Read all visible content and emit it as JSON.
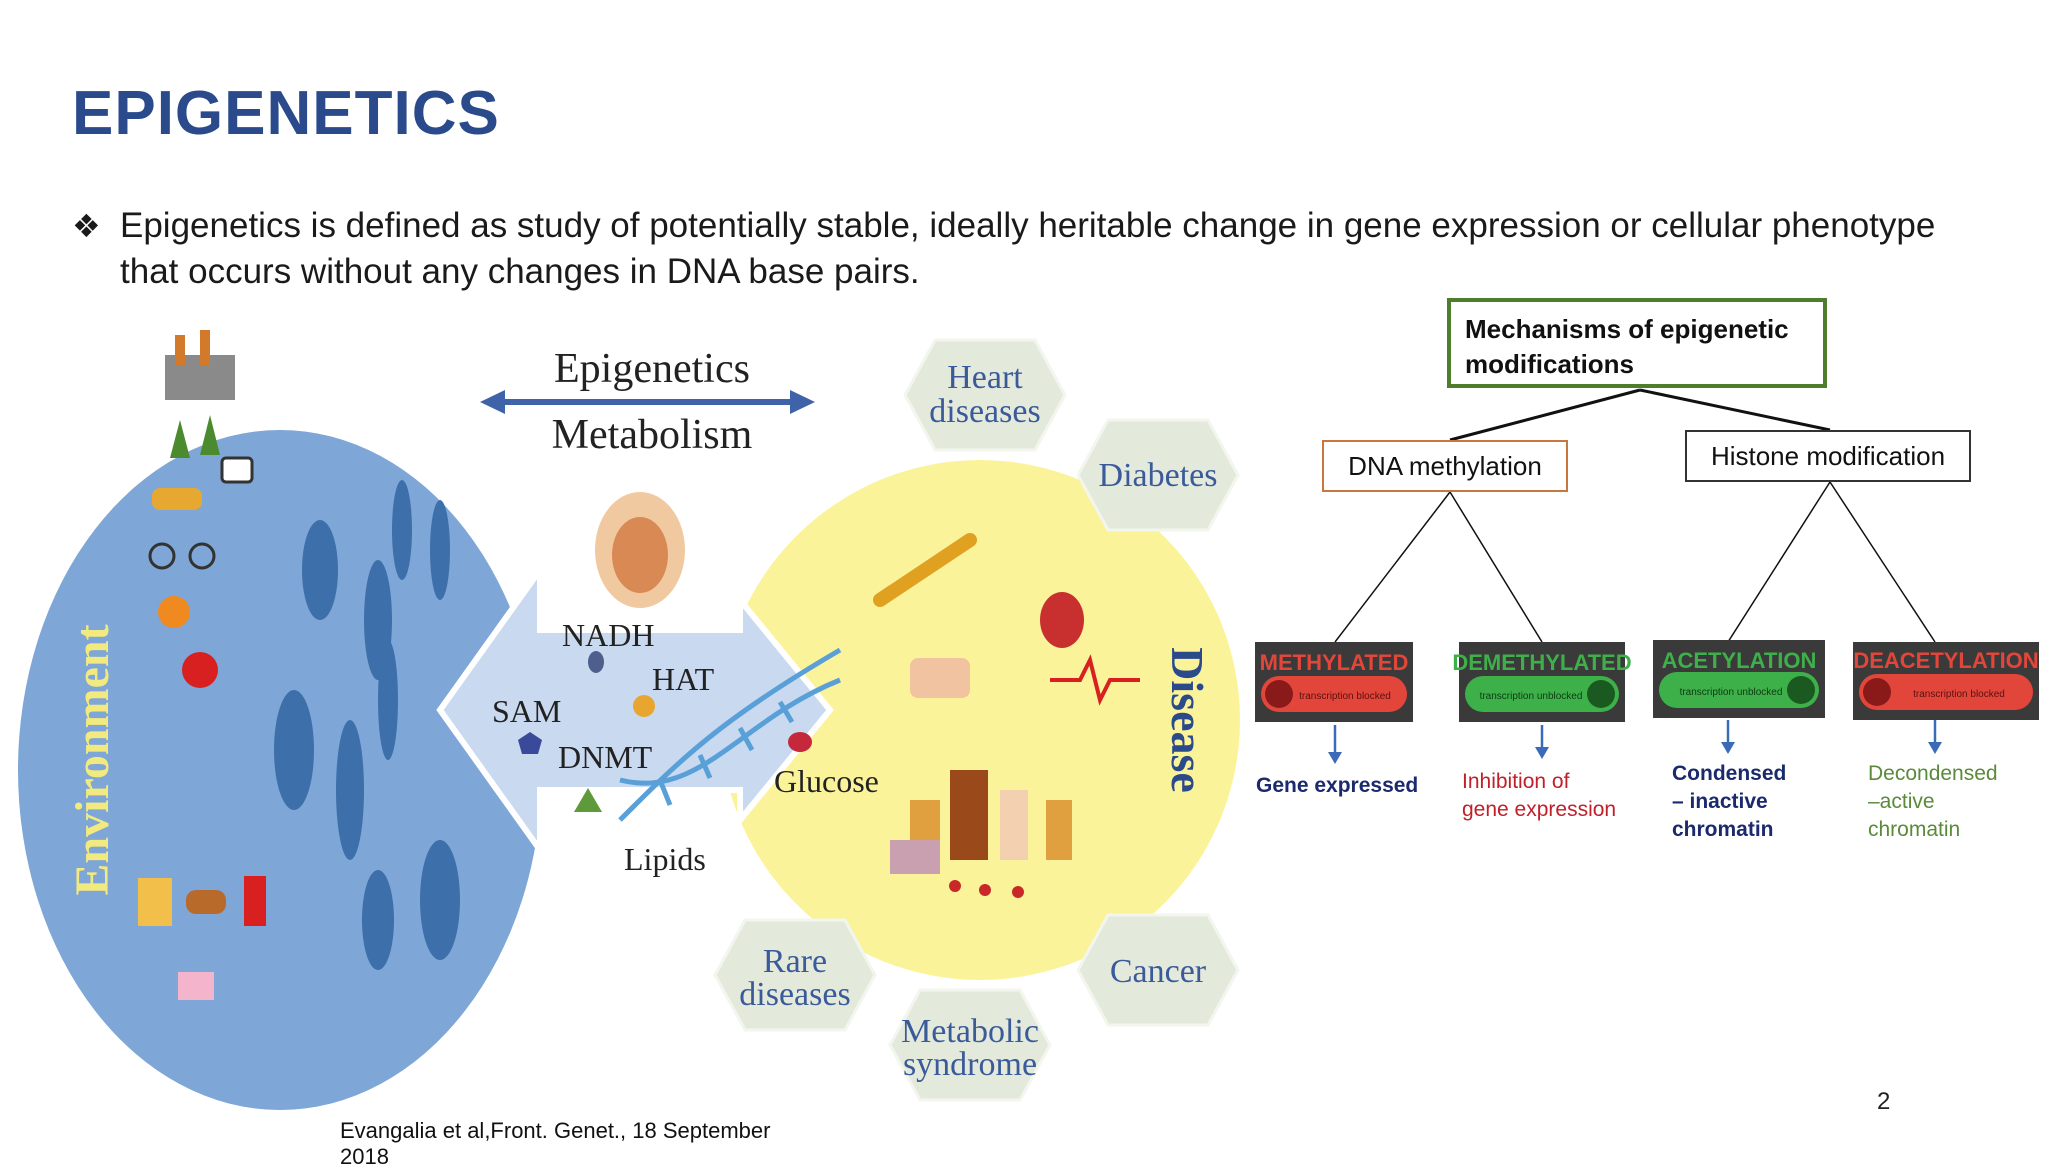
{
  "slide": {
    "title": "EPIGENETICS",
    "bullet_symbol": "❖",
    "bullet_text": "Epigenetics is defined as study of potentially stable, ideally heritable change in gene expression or cellular phenotype that occurs without any changes in DNA base pairs.",
    "citation": "Evangalia et al,Front. Genet., 18 September 2018",
    "page_number": "2"
  },
  "figure": {
    "environment_label": "Environment",
    "disease_label": "Disease",
    "epigenetics_label": "Epigenetics",
    "metabolism_label": "Metabolism",
    "metabolites": [
      "NADH",
      "HAT",
      "SAM",
      "DNMT",
      "Glucose",
      "Lipids"
    ],
    "diseases": {
      "heart": [
        "Heart",
        "diseases"
      ],
      "diabetes": "Diabetes",
      "cancer": "Cancer",
      "metabolic": [
        "Metabolic",
        "syndrome"
      ],
      "rare": [
        "Rare",
        "diseases"
      ]
    }
  },
  "tree": {
    "root": "Mechanisms of epigenetic modifications",
    "branches": [
      {
        "label": "DNA methylation",
        "color": "#c8783c"
      },
      {
        "label": "Histone modification",
        "color": "#333333"
      }
    ],
    "badges": [
      {
        "title": "METHYLATED",
        "sub": "transcription blocked",
        "state": "red",
        "outcome": [
          "Gene expressed"
        ],
        "outcome_color": "#1a2a6c"
      },
      {
        "title": "DEMETHYLATED",
        "sub": "transcription unblocked",
        "state": "green",
        "outcome": [
          "Inhibition of",
          "gene expression"
        ],
        "outcome_color": "#c0202a"
      },
      {
        "title": "ACETYLATION",
        "sub": "transcription unblocked",
        "state": "green",
        "outcome": [
          "Condensed",
          "– inactive",
          "chromatin"
        ],
        "outcome_color": "#1a2a6c"
      },
      {
        "title": "DEACETYLATION",
        "sub": "transcription blocked",
        "state": "red",
        "outcome": [
          "Decondensed",
          "–active",
          "chromatin"
        ],
        "outcome_color": "#5a8a3a"
      }
    ],
    "root_border": "#4e7d2e",
    "arrow_color": "#3a6ab8"
  }
}
